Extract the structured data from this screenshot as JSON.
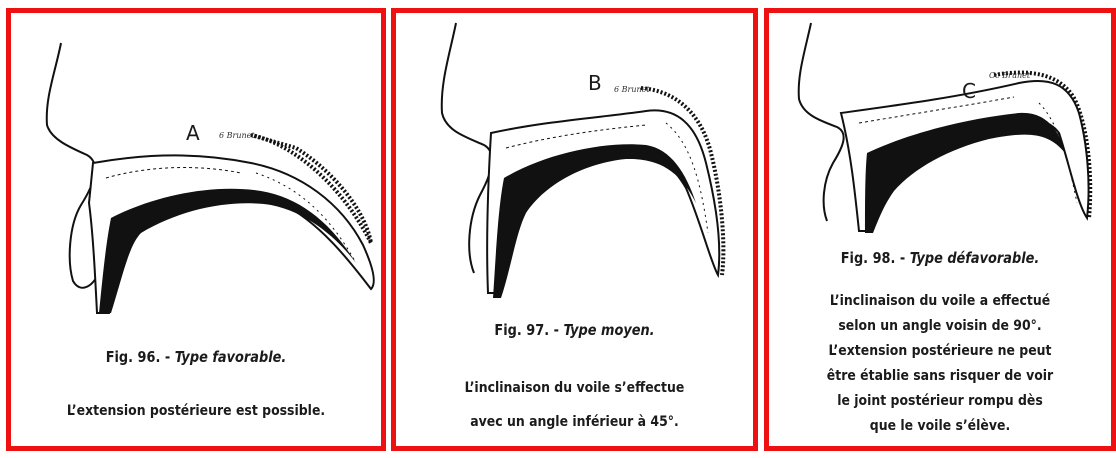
{
  "colors": {
    "frame": "#ee1111",
    "ink": "#111111",
    "paper": "#ffffff"
  },
  "panels": [
    {
      "letter": "A",
      "scribble": "6 Brunet",
      "figure": "Fig. 96. -",
      "type": "Type favorable.",
      "lines": [
        "L’extension postérieure est possible."
      ]
    },
    {
      "letter": "B",
      "scribble": "6 Brunet",
      "figure": "Fig. 97. -",
      "type": "Type moyen.",
      "lines": [
        "L’inclinaison du voile s’effectue",
        "avec un angle inférieur à 45°."
      ]
    },
    {
      "letter": "C",
      "scribble": "Cc Brunet",
      "figure": "Fig. 98. -",
      "type": "Type défavorable.",
      "lines": [
        "L’inclinaison du voile a effectué",
        "selon un angle voisin de 90°.",
        "L’extension postérieure ne peut",
        "être établie sans risquer de voir",
        "le joint postérieur rompu dès",
        "que le voile s’élève."
      ]
    }
  ]
}
